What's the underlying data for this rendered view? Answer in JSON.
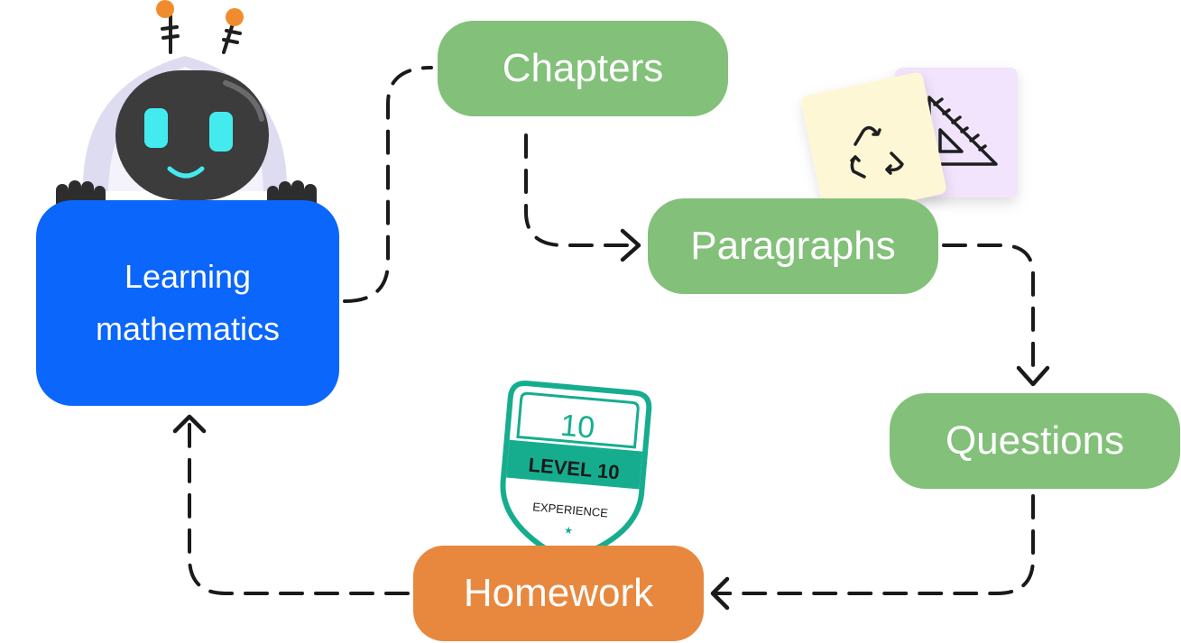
{
  "nodes": {
    "learning": {
      "label": "Learning mathematics",
      "color": "#0b66fb"
    },
    "chapters": {
      "label": "Chapters",
      "color": "#83c07a"
    },
    "paragraphs": {
      "label": "Paragraphs",
      "color": "#83c07a"
    },
    "questions": {
      "label": "Questions",
      "color": "#83c07a"
    },
    "homework": {
      "label": "Homework",
      "color": "#e8883f"
    }
  },
  "badge": {
    "number": "10",
    "level": "LEVEL 10",
    "caption": "EXPERIENCE",
    "color": "#16ad8f"
  },
  "decorations": {
    "robot": {
      "icon": "robot-mascot-icon"
    },
    "sticky_notes": [
      {
        "icon": "recycle-arrows-icon",
        "color": "#fdf7d6"
      },
      {
        "icon": "set-square-ruler-icon",
        "color": "#f1e4fc"
      }
    ]
  },
  "connectors": [
    {
      "from": "learning",
      "to": "chapters"
    },
    {
      "from": "chapters",
      "to": "paragraphs"
    },
    {
      "from": "paragraphs",
      "to": "questions"
    },
    {
      "from": "questions",
      "to": "homework"
    },
    {
      "from": "homework",
      "to": "learning"
    }
  ]
}
